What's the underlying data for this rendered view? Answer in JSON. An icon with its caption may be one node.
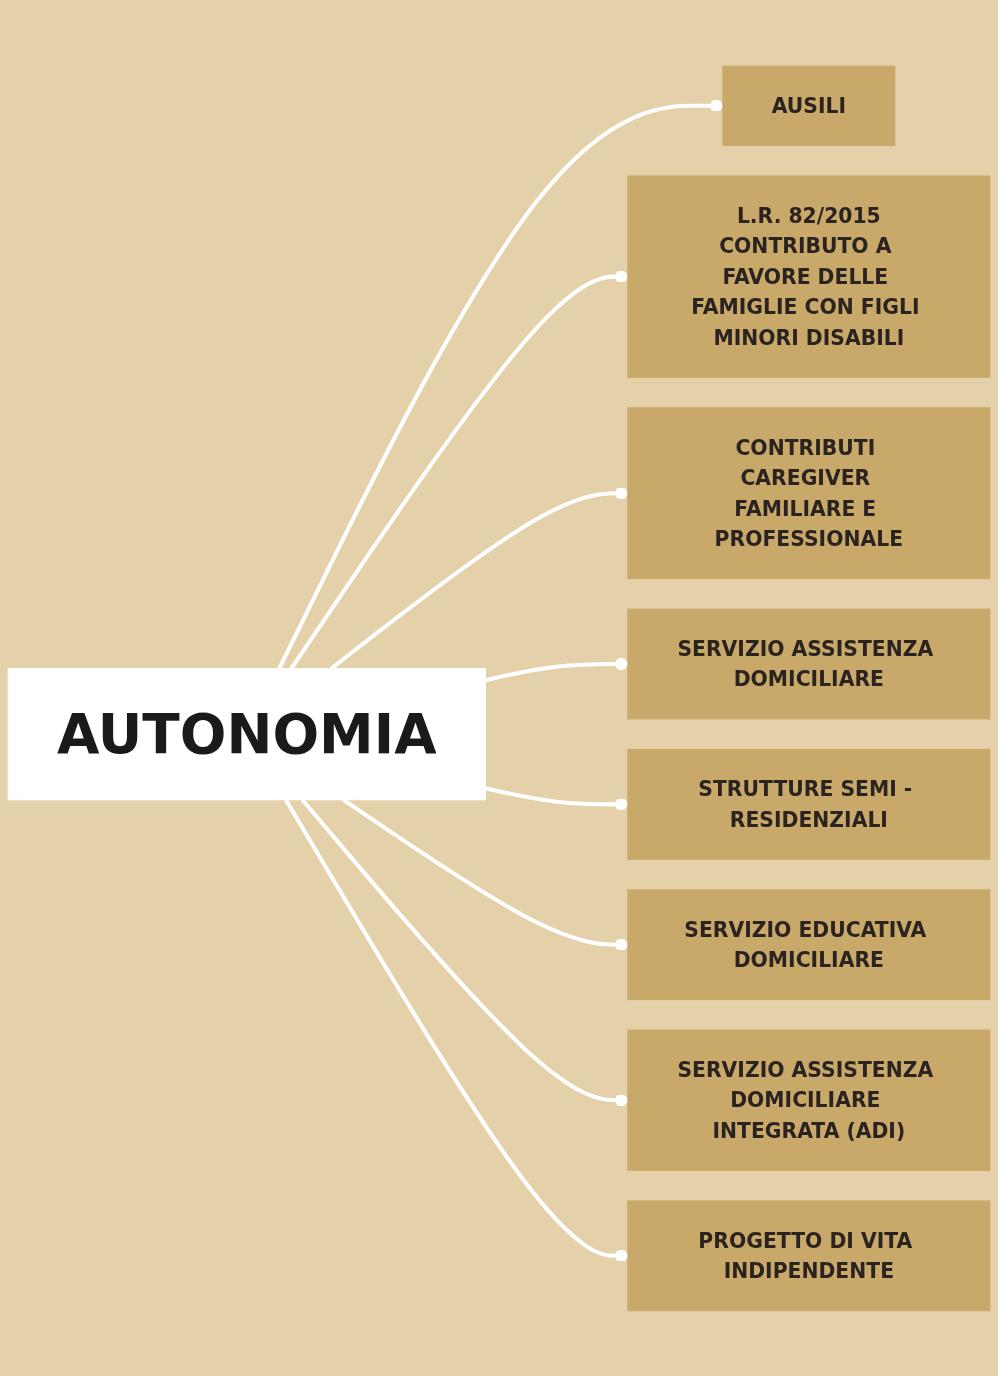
{
  "diagram": {
    "nodes": [
      {
        "text": [
          "AUSILI"
        ]
      },
      {
        "text": [
          "L.R. 82/2015",
          "CONTRIBUTO A FAVORE DELLE FAMIGLIE CON FIGLI MINORI DISABILI"
        ]
      },
      {
        "text": [
          "CONTRIBUTI CAREGIVER FAMILIARE E PROFESSIONALE"
        ]
      },
      {
        "text": [
          "SERVIZIO ASSISTENZA DOMICILIARE"
        ]
      },
      {
        "text": [
          "AUTONOMIA"
        ]
      },
      {
        "text": [
          "STRUTTURE SEMI - RESIDENZIALI"
        ]
      },
      {
        "text": [
          "SERVIZIO EDUCATIVA DOMICILIARE"
        ]
      },
      {
        "text": [
          "SERVIZIO ASSISTENZA DOMICILIARE INTEGRATA (ADI)"
        ]
      },
      {
        "text": [
          "PROGETTO DI VITA INDIPENDENTE"
        ]
      }
    ],
    "edges": [
      {
        "from": 4,
        "to": 0,
        "arrow": "other"
      },
      {
        "from": 4,
        "to": 1,
        "arrow": "other"
      },
      {
        "from": 4,
        "to": 2,
        "arrow": "other"
      },
      {
        "from": 4,
        "to": 3,
        "arrow": "other"
      },
      {
        "from": 4,
        "to": 5,
        "arrow": "other"
      },
      {
        "from": 4,
        "to": 6,
        "arrow": "other"
      },
      {
        "from": 4,
        "to": 7,
        "arrow": "other"
      },
      {
        "from": 4,
        "to": 8,
        "arrow": "other"
      }
    ]
  }
}
